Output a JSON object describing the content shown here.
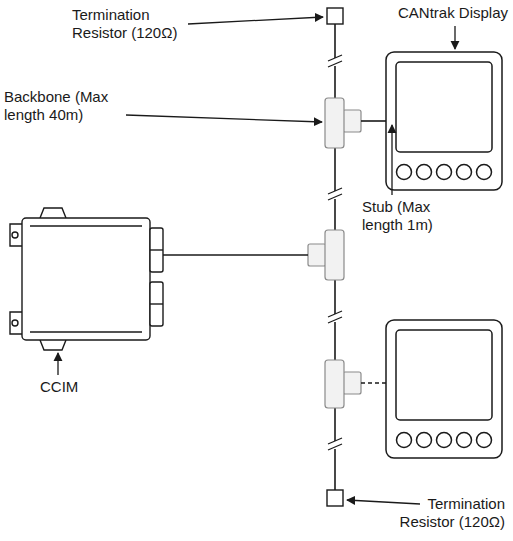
{
  "diagram": {
    "labels": [
      "Termination Resistor (120Ω)",
      "CANtrak Display",
      "Backbone (Max length 40m)",
      "Stub (Max length 1m)",
      "CCIM",
      "Termination Resistor (120Ω)"
    ]
  }
}
